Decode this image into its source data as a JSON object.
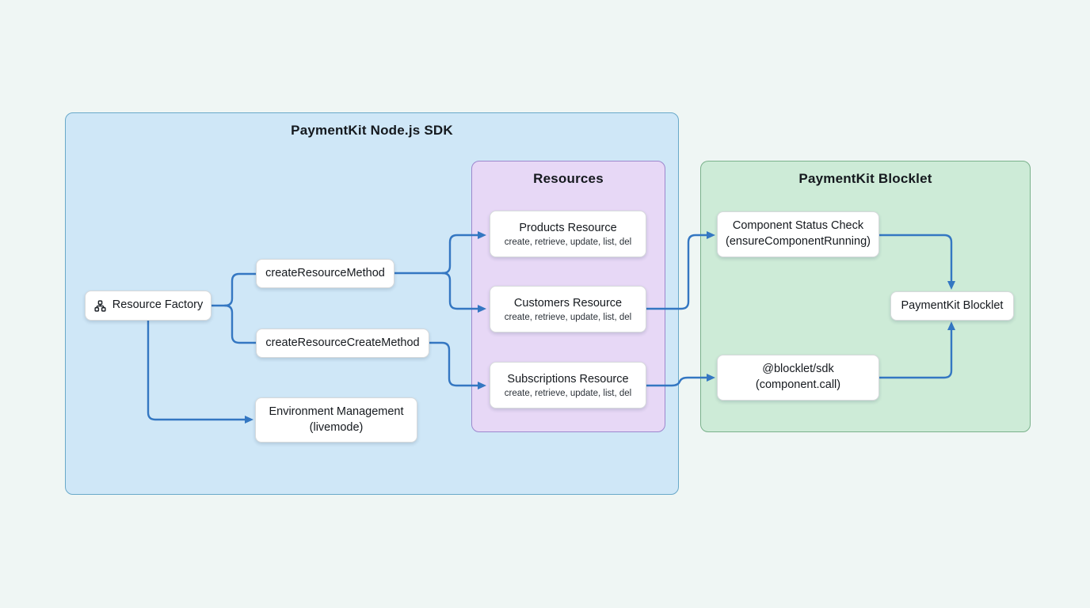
{
  "page": {
    "background": "#eff6f4"
  },
  "diagram": {
    "edge_color": "#3477c2",
    "containers": {
      "sdk": {
        "title": "PaymentKit Node.js SDK",
        "fill": "#cfe7f7",
        "border": "#69a9c9"
      },
      "resources": {
        "title": "Resources",
        "fill": "#e7d8f6",
        "border": "#9d87cd"
      },
      "blocklet": {
        "title": "PaymentKit Blocklet",
        "fill": "#cdebd7",
        "border": "#7ab18b"
      }
    },
    "nodes": {
      "resource_factory": {
        "label": "Resource Factory",
        "icon": "hierarchy-icon"
      },
      "create_resource_method": {
        "label": "createResourceMethod"
      },
      "create_resource_create_method": {
        "label": "createResourceCreateMethod"
      },
      "environment_management": {
        "line1": "Environment Management",
        "line2": "(livemode)"
      },
      "products_resource": {
        "title": "Products Resource",
        "subtitle": "create, retrieve, update, list, del"
      },
      "customers_resource": {
        "title": "Customers Resource",
        "subtitle": "create, retrieve, update, list, del"
      },
      "subscriptions_resource": {
        "title": "Subscriptions Resource",
        "subtitle": "create, retrieve, update, list, del"
      },
      "component_status_check": {
        "line1": "Component Status Check",
        "line2": "(ensureComponentRunning)"
      },
      "blocklet_sdk": {
        "line1": "@blocklet/sdk",
        "line2": "(component.call)"
      },
      "paymentkit_blocklet": {
        "label": "PaymentKit Blocklet"
      }
    },
    "edges": [
      {
        "from": "Resource Factory",
        "to": "createResourceMethod"
      },
      {
        "from": "Resource Factory",
        "to": "createResourceCreateMethod"
      },
      {
        "from": "Resource Factory",
        "to": "Environment Management (livemode)"
      },
      {
        "from": "createResourceMethod",
        "to": "Products Resource"
      },
      {
        "from": "createResourceMethod",
        "to": "Customers Resource"
      },
      {
        "from": "createResourceCreateMethod",
        "to": "Subscriptions Resource"
      },
      {
        "from": "Customers Resource",
        "to": "Component Status Check (ensureComponentRunning)"
      },
      {
        "from": "Subscriptions Resource",
        "to": "@blocklet/sdk (component.call)"
      },
      {
        "from": "Component Status Check (ensureComponentRunning)",
        "to": "PaymentKit Blocklet"
      },
      {
        "from": "@blocklet/sdk (component.call)",
        "to": "PaymentKit Blocklet"
      }
    ]
  }
}
